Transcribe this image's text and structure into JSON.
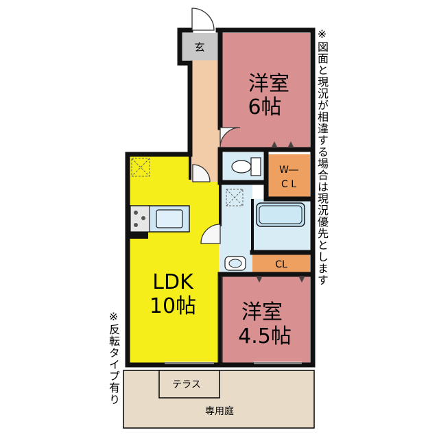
{
  "rooms": {
    "entrance": "玄",
    "western_room_1": {
      "name": "洋室",
      "size": "6帖"
    },
    "western_room_2": {
      "name": "洋室",
      "size": "4.5帖"
    },
    "ldk": {
      "name": "LDK",
      "size": "10帖"
    },
    "walk_in_closet": {
      "line1": "W―",
      "line2": "C L"
    },
    "closet": "CL",
    "terrace": "テラス",
    "private_garden": "専用庭"
  },
  "notes": {
    "discrepancy": "※図面と現況が相違する場合は現況優先とします",
    "reversed": "※反転タイプ有り"
  },
  "colors": {
    "western_room": "#d99090",
    "ldk": "#f5ee1a",
    "hallway": "#f2cba8",
    "closet": "#eea060",
    "wet_area": "#d8ecf6",
    "garden": "#e8dcc8",
    "entrance": "#c8c8c8",
    "wall": "#111111"
  }
}
